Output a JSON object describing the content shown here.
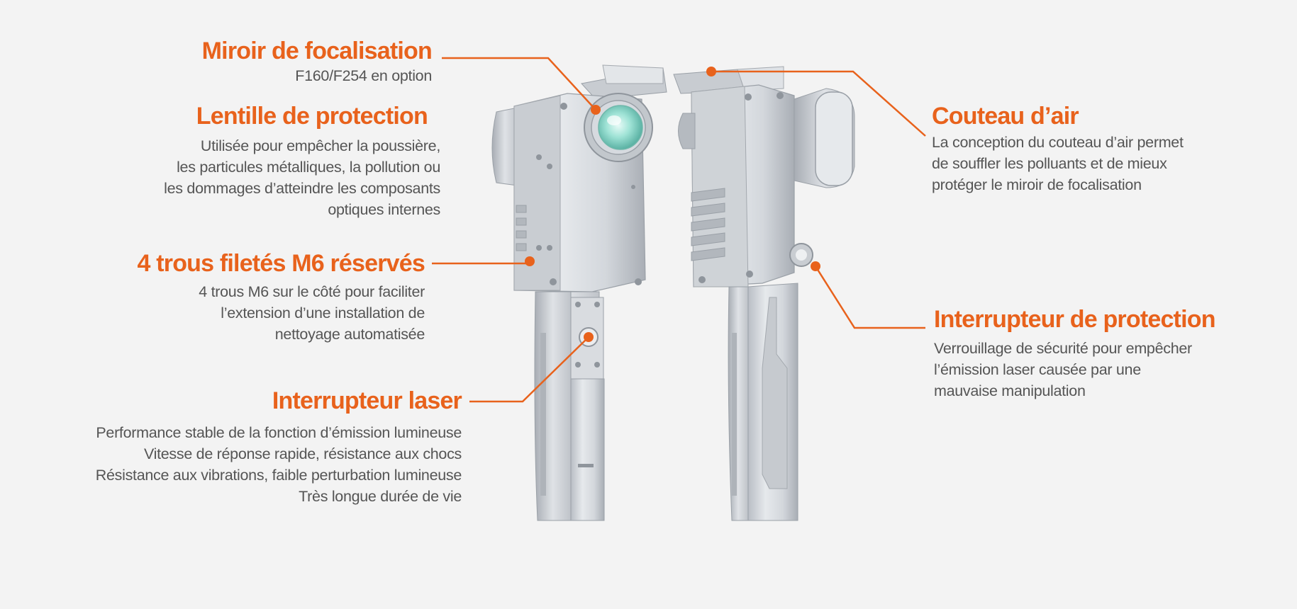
{
  "colors": {
    "accent": "#e8621c",
    "description_text": "#555555",
    "background": "#f3f3f3",
    "metal": "#d4d8dd"
  },
  "callouts": {
    "miroir": {
      "title": "Miroir de focalisation",
      "lines": [
        "F160/F254 en option"
      ]
    },
    "lentille": {
      "title": "Lentille de protection",
      "lines": [
        "Utilisée pour empêcher la poussière,",
        "les particules métalliques, la pollution ou",
        "les dommages d’atteindre les composants",
        "optiques internes"
      ]
    },
    "trous": {
      "title": "4 trous filetés M6 réservés",
      "lines": [
        "4 trous M6 sur le côté pour faciliter",
        "l’extension d’une installation de",
        "nettoyage automatisée"
      ]
    },
    "interrupteur_laser": {
      "title": "Interrupteur laser",
      "lines": [
        "Performance stable de la fonction d’émission lumineuse",
        "Vitesse de réponse rapide, résistance aux chocs",
        "Résistance aux vibrations, faible perturbation lumineuse",
        "Très longue durée de vie"
      ]
    },
    "couteau": {
      "title": "Couteau d’air",
      "lines": [
        "La conception du couteau d’air permet",
        "de souffler les polluants et de mieux",
        "protéger le miroir de focalisation"
      ]
    },
    "interrupteur_protection": {
      "title": "Interrupteur de protection",
      "lines": [
        "Verrouillage de sécurité pour empêcher",
        "l’émission laser causée par une",
        "mauvaise manipulation"
      ]
    }
  }
}
